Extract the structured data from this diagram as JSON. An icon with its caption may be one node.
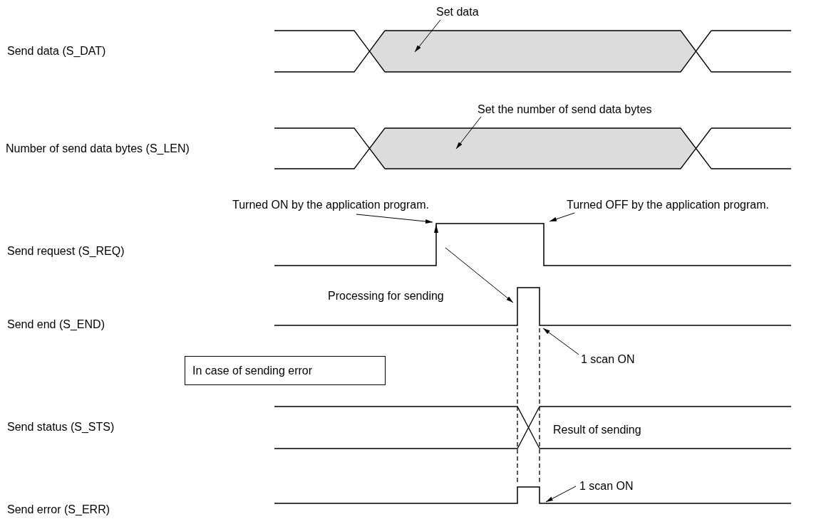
{
  "diagram": {
    "nodes": [
      {
        "text": [
          "Set data"
        ]
      },
      {
        "text": [],
        "shape": "waveform"
      },
      {
        "text": [
          "Set the number of send data bytes"
        ]
      },
      {
        "text": [],
        "shape": "waveform"
      },
      {
        "text": [
          "Turned ON by the application program."
        ]
      },
      {
        "text": [
          "Turned OFF by the application program."
        ]
      },
      {
        "text": [],
        "shape": "waveform"
      },
      {
        "text": [],
        "shape": "waveform"
      },
      {
        "text": [
          "1 scan ON"
        ]
      },
      {
        "text": [
          "In case of sending error"
        ]
      },
      {
        "text": [],
        "shape": "waveform"
      },
      {
        "text": [
          "1 scan ON"
        ]
      },
      {
        "text": [],
        "shape": "waveform"
      }
    ],
    "edges": [
      {
        "from": 0,
        "to": 1,
        "arrow": "to"
      },
      {
        "from": 2,
        "to": 3,
        "arrow": "to"
      },
      {
        "from": 4,
        "to": 6,
        "arrow": "to"
      },
      {
        "from": 5,
        "to": 6,
        "arrow": "to"
      },
      {
        "from": 6,
        "to": 7,
        "arrow": "to",
        "label": "Processing for sending"
      },
      {
        "from": 8,
        "to": 7,
        "arrow": "to"
      },
      {
        "from": 11,
        "to": 12,
        "arrow": "to"
      }
    ],
    "labels": [
      "Send data (S_DAT)",
      "Number of send data bytes (S_LEN)",
      "Send request (S_REQ)",
      "Send end (S_END)",
      "Send status (S_STS)",
      "Result of sending",
      "Send error (S_ERR)"
    ]
  }
}
